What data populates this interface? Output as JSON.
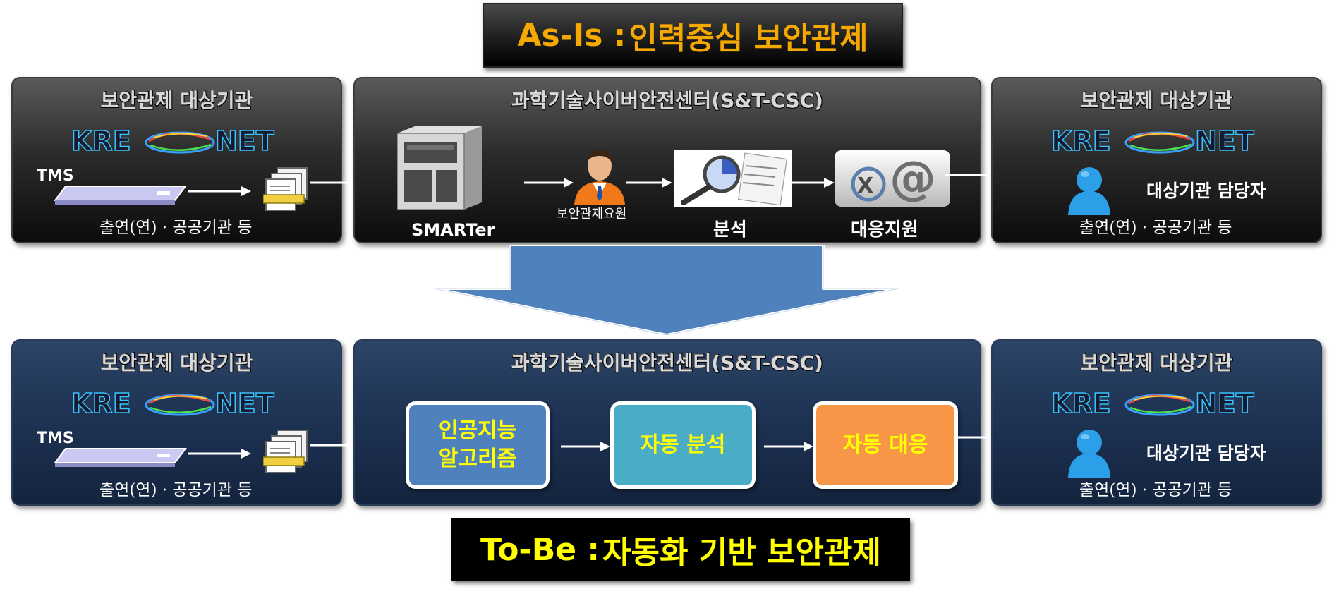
{
  "asis": {
    "title_prefix": "As-Is : ",
    "title_rest": "인력중심 보안관제",
    "left": {
      "title": "보안관제 대상기관",
      "logo": "KRE NET",
      "tms": "TMS",
      "footer": "출연(연) · 공공기관 등"
    },
    "center": {
      "title": "과학기술사이버안전센터(S&T-CSC)",
      "server_label": "SMARTer",
      "staff_label": "보안관제요원",
      "analysis_label": "분석",
      "response_label": "대응지원"
    },
    "right": {
      "title": "보안관제 대상기관",
      "logo": "KRE NET",
      "person_label": "대상기관 담당자",
      "footer": "출연(연) · 공공기관 등"
    }
  },
  "tobe": {
    "title_prefix": "To-Be : ",
    "title_rest": "자동화 기반 보안관제",
    "left": {
      "title": "보안관제 대상기관",
      "logo": "KRE NET",
      "tms": "TMS",
      "footer": "출연(연) · 공공기관 등"
    },
    "center": {
      "title": "과학기술사이버안전센터(S&T-CSC)",
      "ai_line1": "인공지능",
      "ai_line2": "알고리즘",
      "auto_analysis": "자동 분석",
      "auto_response": "자동 대응"
    },
    "right": {
      "title": "보안관제 대상기관",
      "logo": "KRE NET",
      "person_label": "대상기관 담당자",
      "footer": "출연(연) · 공공기관 등"
    }
  },
  "colors": {
    "asis_title": "#f5a800",
    "tobe_title": "#ffff00",
    "ai_box": "#4f81bd",
    "analysis_box": "#4bacc6",
    "response_box": "#f79646",
    "transition_arrow": "#4f81bd"
  },
  "icons": {
    "tms": "network-appliance-icon",
    "log": "log-documents-icon",
    "server": "server-tower-icon",
    "staff": "security-staff-icon",
    "analysis": "magnifier-document-icon",
    "response": "email-at-icon",
    "person": "person-icon",
    "logo": "kreonet-logo"
  }
}
